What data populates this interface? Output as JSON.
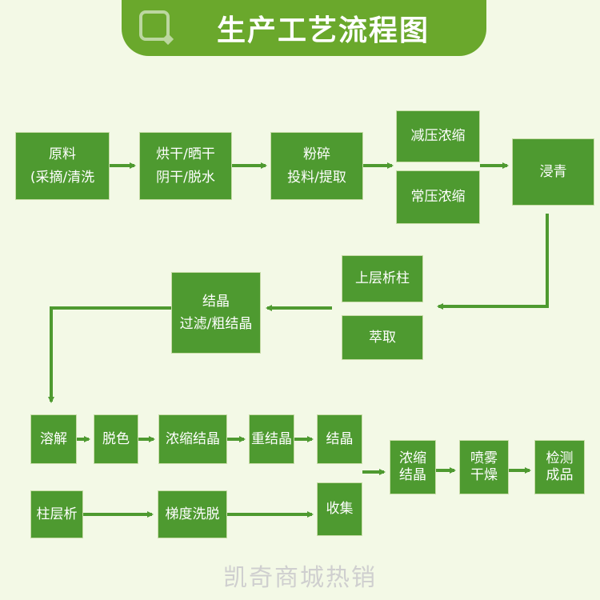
{
  "header": {
    "title": "生产工艺流程图",
    "icon": "magnifier-logo-icon"
  },
  "steps": {
    "raw": [
      "原料",
      "(采摘/清洗"
    ],
    "dry": [
      "烘干/晒干",
      "阴干/脱水"
    ],
    "crush": [
      "粉碎",
      "投料/提取"
    ],
    "vacuum_concentrate": "减压浓缩",
    "normal_concentrate": "常压浓缩",
    "steep": "浸青",
    "upper_column": "上层析柱",
    "extract": "萃取",
    "crystal_filter": [
      "结晶",
      "过滤/粗结晶"
    ],
    "dissolve": "溶解",
    "decolor": "脱色",
    "concentrate_crystal": "浓缩结晶",
    "recrystal": "重结晶",
    "crystal": "结晶",
    "concentrate_crystal2": [
      "浓缩",
      "结晶"
    ],
    "spray_dry": [
      "喷雾",
      "干燥"
    ],
    "test_product": [
      "检测",
      "成品"
    ],
    "column": "柱层析",
    "gradient_elution": "梯度洗脱",
    "collect": "收集"
  },
  "colors": {
    "box": "#4e9a30",
    "header": "#6aa82c",
    "background": "#f3f9e6",
    "arrow": "#4e9a30"
  },
  "footer": {
    "watermark": "凯奇商城热销"
  }
}
